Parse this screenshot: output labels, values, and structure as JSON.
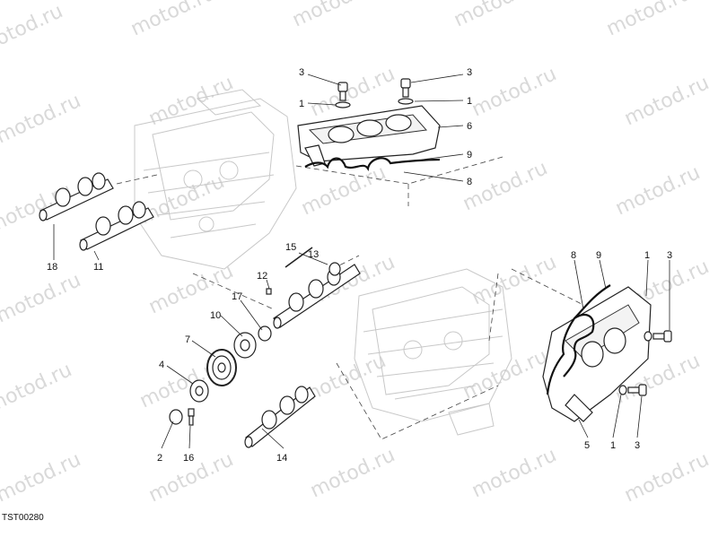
{
  "diagram_code": "TST00280",
  "watermark": "motod.ru",
  "callouts": {
    "top_left_3": "3",
    "top_left_1": "1",
    "top_right_3": "3",
    "top_right_1": "1",
    "top_6": "6",
    "top_9": "9",
    "top_8": "8",
    "cam_18": "18",
    "cam_11": "11",
    "ring_15": "15",
    "ring_13": "13",
    "pin_12": "12",
    "ring_17": "17",
    "ring_10": "10",
    "pulley_7": "7",
    "washer_4": "4",
    "nut_2": "2",
    "bolt_16": "16",
    "cam_14": "14",
    "right_8": "8",
    "right_9": "9",
    "right_1_top": "1",
    "right_3_top": "3",
    "right_5": "5",
    "right_1_bottom": "1",
    "right_3_bottom": "3"
  }
}
